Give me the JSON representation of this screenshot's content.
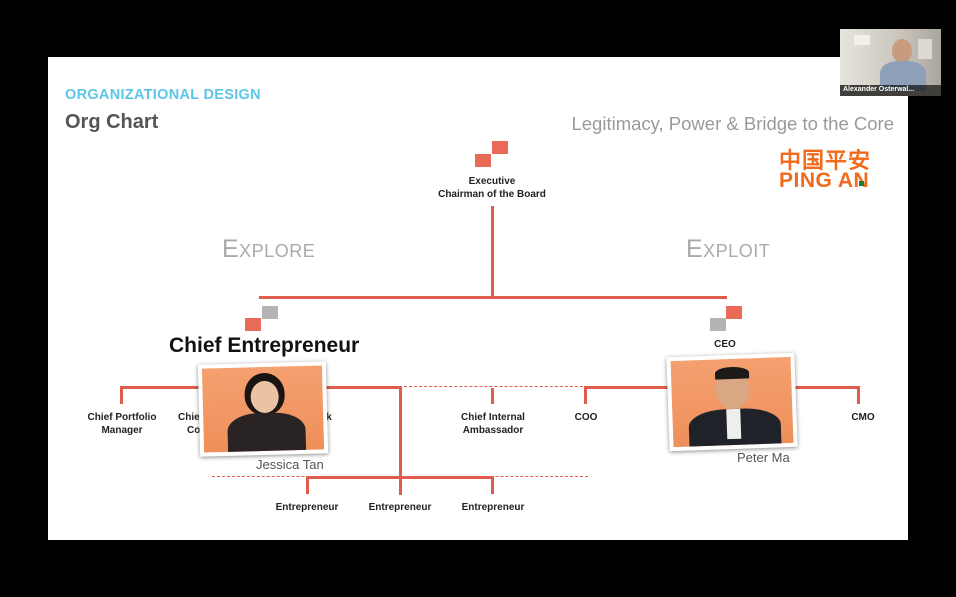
{
  "slide": {
    "kicker": "ORGANIZATIONAL DESIGN",
    "title": "Org Chart",
    "subtitle": "Legitimacy, Power & Bridge to the Core",
    "logo": {
      "chinese": "中国平安",
      "english": "PING AN",
      "color": "#f26a1b"
    },
    "left_column_label": "Explore",
    "right_column_label": "Exploit",
    "top_node": {
      "line1": "Executive",
      "line2": "Chairman of the Board"
    },
    "chief_entrepreneur": "Chief Entrepreneur",
    "ceo": "CEO",
    "explore_roles": [
      {
        "line1": "Chief Portfolio",
        "line2": "Manager"
      },
      {
        "line1": "Chie",
        "line2": "Co"
      },
      {
        "line1": "k",
        "line2": ""
      }
    ],
    "chief_internal_ambassador": {
      "line1": "Chief Internal",
      "line2": "Ambassador"
    },
    "coo": "COO",
    "cmo": "CMO",
    "entrepreneurs": [
      "Entrepreneur",
      "Entrepreneur",
      "Entrepreneur"
    ],
    "photo_left_caption": "Jessica Tan",
    "photo_right_caption": "Peter Ma",
    "accent_color": "#e05c4c",
    "kicker_color": "#5bc6e8"
  },
  "webcam": {
    "name": "Alexander Osterwal..."
  }
}
